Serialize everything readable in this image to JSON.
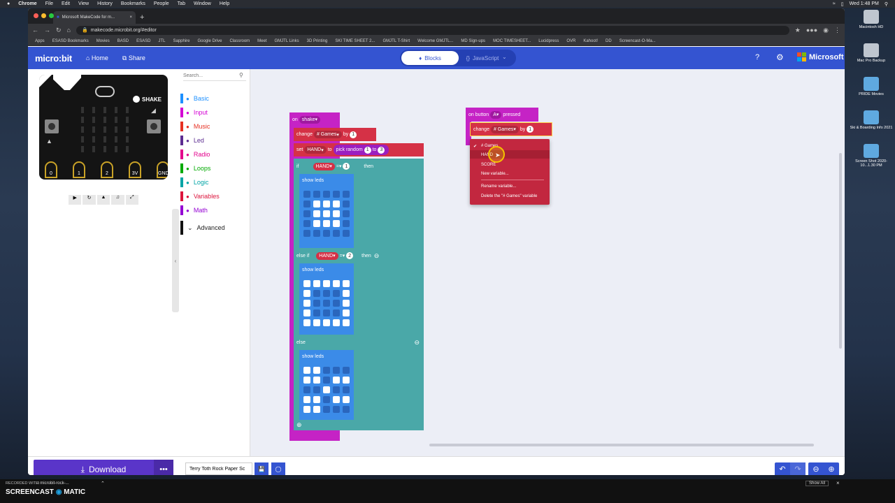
{
  "menubar": {
    "apple": "",
    "app": "Chrome",
    "items": [
      "File",
      "Edit",
      "View",
      "History",
      "Bookmarks",
      "People",
      "Tab",
      "Window",
      "Help"
    ],
    "clock": "Wed 1:48 PM"
  },
  "browser": {
    "tab_title": "Microsoft MakeCode for m...",
    "url": "makecode.microbit.org/#editor",
    "bookmarks": [
      "Apps",
      "ESASD Bookmarks",
      "Movies",
      "BASD",
      "ESASD",
      "JTL",
      "Sapphire",
      "Google Drive",
      "Classroom",
      "Meet",
      "GMJTL Links",
      "3D Printing",
      "SKI TIME SHEET 2...",
      "GMJTL T-Shirt",
      "Welcome GMJTL...",
      "MD Sign-ups",
      "MOC TIMESHEET...",
      "Lucidpress",
      "OVR",
      "Kahoot!",
      "DD",
      "Screencast-O-Ma..."
    ]
  },
  "appbar": {
    "logo": "micro:bit",
    "home": "Home",
    "share": "Share",
    "blocks_tab": "Blocks",
    "js_tab": "JavaScript",
    "brand": "Microsoft",
    "accent": "#3454d1"
  },
  "simulator": {
    "shake": "SHAKE",
    "pins": [
      "0",
      "1",
      "2",
      "3V",
      "GND"
    ]
  },
  "toolbox": {
    "search_placeholder": "Search...",
    "categories": [
      {
        "label": "Basic",
        "color": "#1e90ff"
      },
      {
        "label": "Input",
        "color": "#d400d4"
      },
      {
        "label": "Music",
        "color": "#e63022"
      },
      {
        "label": "Led",
        "color": "#5c2d91"
      },
      {
        "label": "Radio",
        "color": "#e3008c"
      },
      {
        "label": "Loops",
        "color": "#00aa00"
      },
      {
        "label": "Logic",
        "color": "#00a4a6"
      },
      {
        "label": "Variables",
        "color": "#dc143c"
      },
      {
        "label": "Math",
        "color": "#9400d3"
      }
    ],
    "advanced": "Advanced"
  },
  "blocks": {
    "on_shake": "on",
    "shake": "shake",
    "change": "change",
    "games_var": "# Games",
    "by": "by",
    "one": "1",
    "set": "set",
    "hand_var": "HAND",
    "to": "to",
    "pick_random": "pick random",
    "rand_min": "1",
    "rand_to": "to",
    "rand_max": "3",
    "if": "if",
    "eq": "=",
    "if_val": "1",
    "then": "then",
    "show_leds": "show leds",
    "else_if": "else if",
    "elif_val": "2",
    "else": "else",
    "on_button": "on button",
    "button_a": "A",
    "pressed": "pressed"
  },
  "dropdown": {
    "items": [
      "# Games",
      "HAND",
      "SCORE",
      "New variable...",
      "Rename variable...",
      "Delete the \"# Games\" variable"
    ],
    "checked": "✔"
  },
  "bottom": {
    "download": "Download",
    "project_name": "Terry Toth Rock Paper Sc"
  },
  "dock": {
    "items": [
      "Macintosh HD",
      "Mac Pro Backup",
      "PRIDE Movies",
      "Ski & Boarding Info 2021",
      "Screen Shot 2020-10...1.30 PM"
    ]
  },
  "screencast": {
    "recorded": "RECORDED WITH",
    "brand": "SCREENCAST",
    "brand2": "MATIC",
    "file": "microbit-rock-...",
    "show_all": "Show All"
  }
}
